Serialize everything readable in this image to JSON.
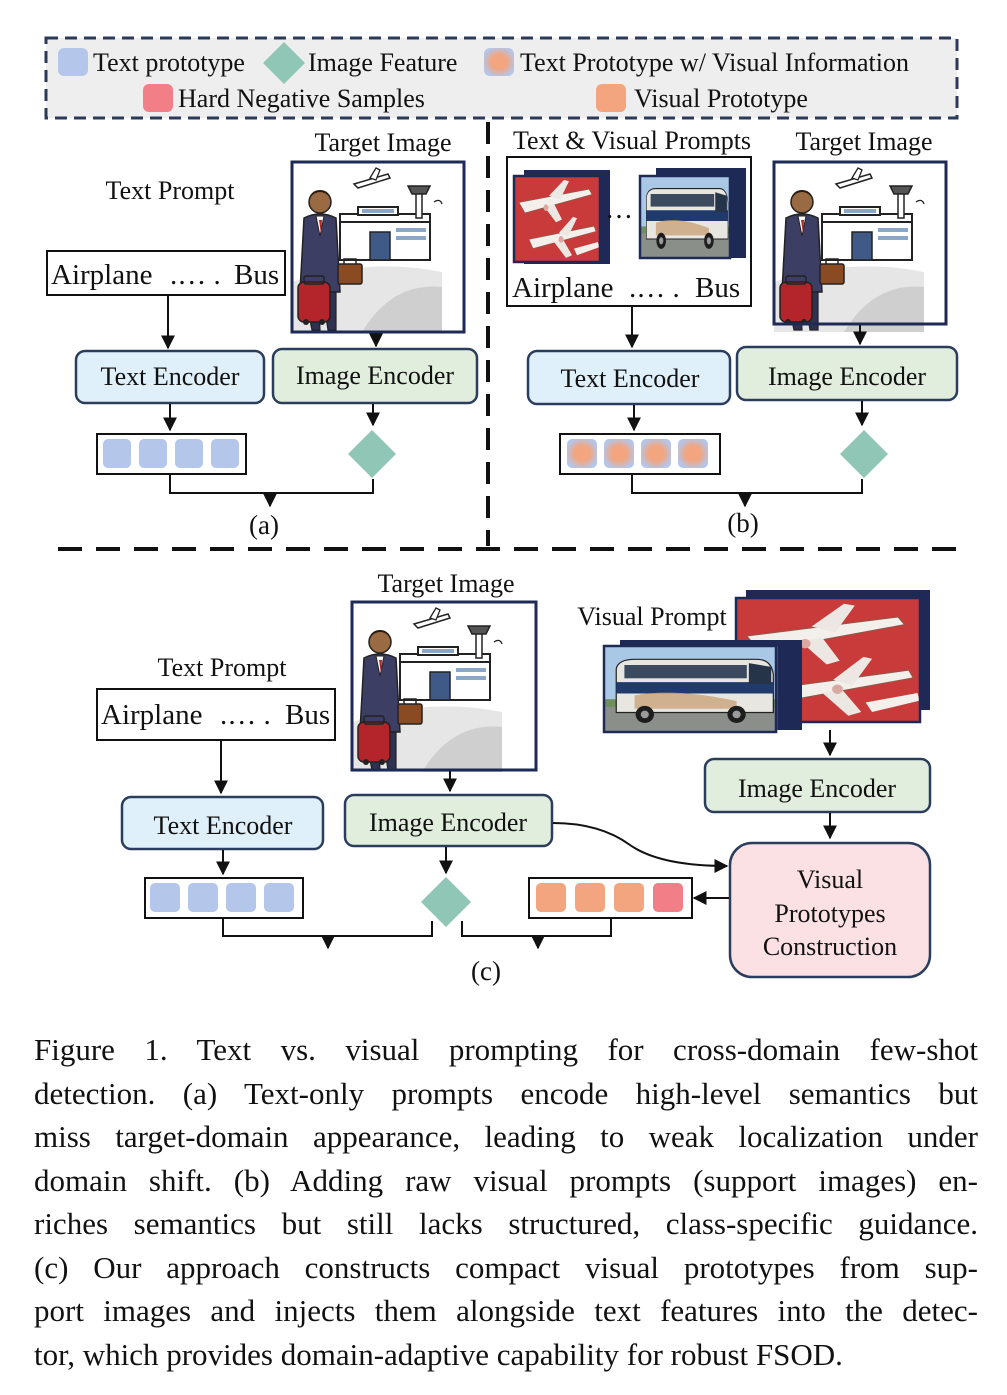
{
  "legend": {
    "text_prototype": "Text prototype",
    "image_feature": "Image Feature",
    "text_prototype_visual": "Text Prototype w/ Visual Information",
    "hard_negative": "Hard Negative Samples",
    "visual_prototype": "Visual Prototype"
  },
  "colors": {
    "text_proto": "#b4c6ea",
    "image_feature": "#8fc6b5",
    "visual_proto": "#f2a57e",
    "hard_negative": "#f27e87",
    "text_encoder_fill": "#dff0fb",
    "image_encoder_fill": "#e2eedd",
    "vpc_fill": "#fbe1e3"
  },
  "panel_a": {
    "text_prompt_title": "Text Prompt",
    "prompt_left": "Airplane",
    "prompt_right": "Bus",
    "target_image_title": "Target Image",
    "text_encoder": "Text Encoder",
    "image_encoder": "Image Encoder",
    "label": "(a)"
  },
  "panel_b": {
    "prompts_title": "Text & Visual Prompts",
    "prompt_left": "Airplane",
    "prompt_right": "Bus",
    "target_image_title": "Target Image",
    "text_encoder": "Text Encoder",
    "image_encoder": "Image Encoder",
    "label": "(b)"
  },
  "panel_c": {
    "text_prompt_title": "Text Prompt",
    "prompt_left": "Airplane",
    "prompt_right": "Bus",
    "target_image_title": "Target Image",
    "visual_prompt_title": "Visual Prompt",
    "text_encoder": "Text Encoder",
    "image_encoder_target": "Image Encoder",
    "image_encoder_visual": "Image Encoder",
    "vpc_line1": "Visual",
    "vpc_line2": "Prototypes",
    "vpc_line3": "Construction",
    "label": "(c)"
  },
  "caption": {
    "lines": [
      "Figure 1.  Text vs.  visual prompting for cross-domain few-shot",
      "detection. (a) Text-only prompts encode high-level semantics but",
      "miss target-domain appearance, leading to weak localization under",
      "domain shift. (b) Adding raw visual prompts (support images) en-",
      "riches semantics but still lacks structured, class-specific guidance.",
      "(c) Our approach constructs compact visual prototypes from sup-",
      "port images and injects them alongside text features into the detec-",
      "tor, which provides domain-adaptive capability for robust FSOD."
    ]
  }
}
